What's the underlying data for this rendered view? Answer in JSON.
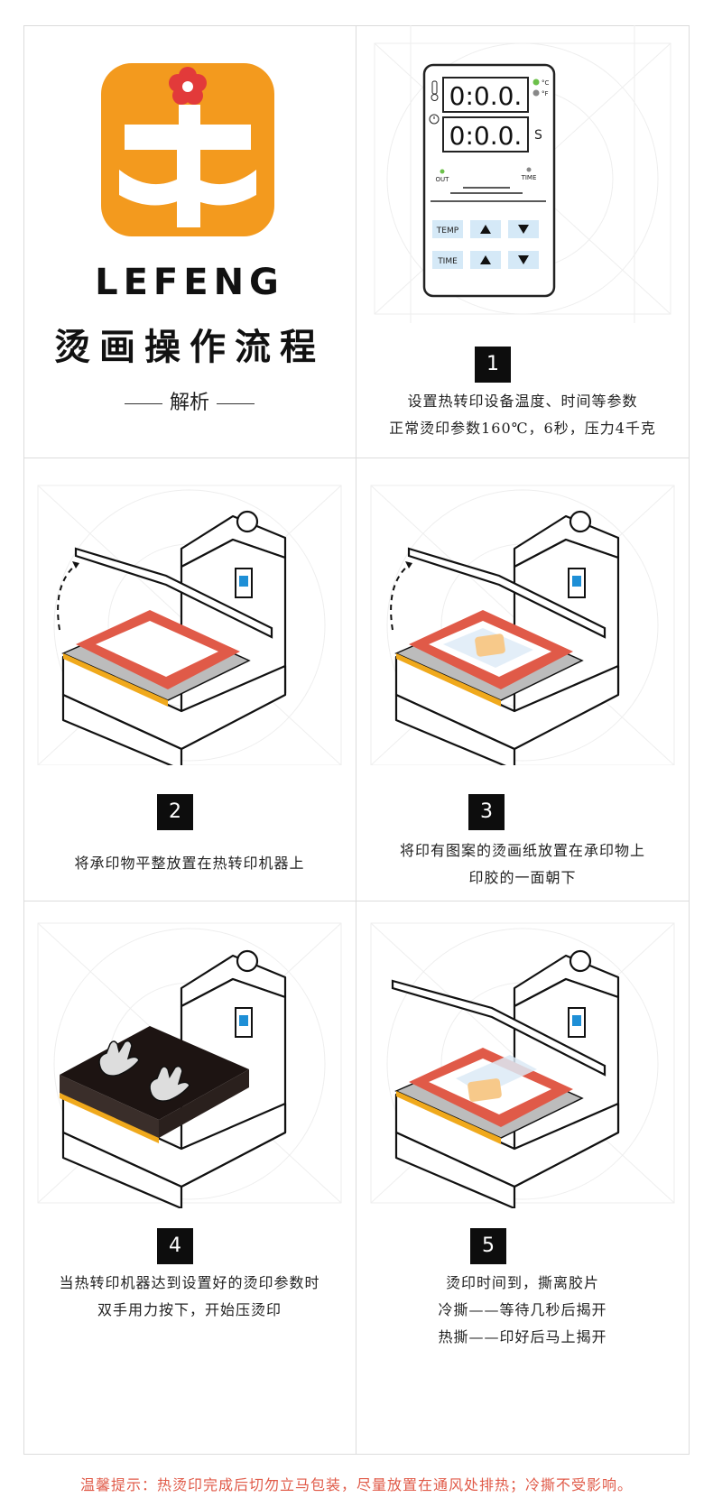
{
  "brand": {
    "name": "LEFENG"
  },
  "header": {
    "title": "烫画操作流程",
    "subtitle": "解析"
  },
  "control_panel": {
    "display_temp": "0:0.0.",
    "display_time": "0:0.0.",
    "unit_c": "°C",
    "unit_f": "°F",
    "unit_s": "S",
    "indicator_out": "OUT",
    "indicator_time": "TIME",
    "btn_temp": "TEMP",
    "btn_time": "TIME"
  },
  "steps": [
    {
      "number": "1",
      "lines": [
        "设置热转印设备温度、时间等参数",
        "正常烫印参数160℃，6秒，压力4千克"
      ]
    },
    {
      "number": "2",
      "lines": [
        "将承印物平整放置在热转印机器上"
      ]
    },
    {
      "number": "3",
      "lines": [
        "将印有图案的烫画纸放置在承印物上",
        "印胶的一面朝下"
      ]
    },
    {
      "number": "4",
      "lines": [
        "当热转印机器达到设置好的烫印参数时",
        "双手用力按下，开始压烫印"
      ]
    },
    {
      "number": "5",
      "lines": [
        "烫印时间到，撕离胶片",
        "冷撕——等待几秒后揭开",
        "热撕——印好后马上揭开"
      ]
    }
  ],
  "footer": {
    "tip": "温馨提示：热烫印完成后切勿立马包装，尽量放置在通风处排热；冷撕不受影响。"
  },
  "colors": {
    "orange": "#f39a1e",
    "red_frame": "#e05a48",
    "tip_red": "#e05a48",
    "badge": "#0d0d0d",
    "screen_blue": "#1e8fd6",
    "button_blue": "#d5e9f7"
  }
}
